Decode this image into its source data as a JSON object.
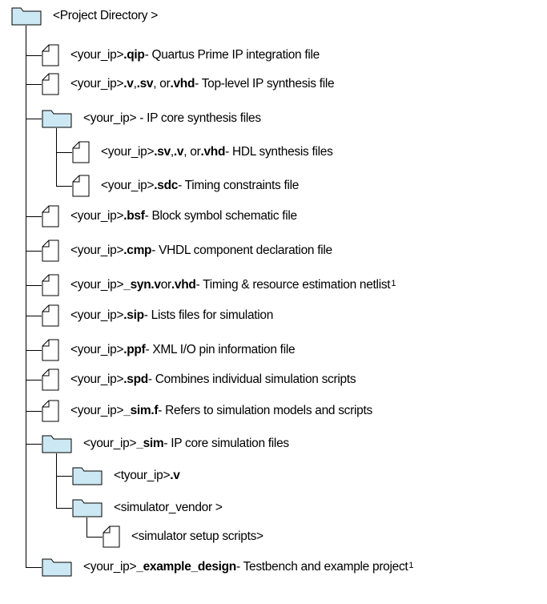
{
  "root": {
    "label": "<Project Directory >",
    "icon": "folder-icon"
  },
  "items": [
    {
      "icon": "file-icon",
      "segs": [
        [
          "<your_ip>",
          0
        ],
        [
          ".qip",
          1
        ],
        [
          " - Quartus Prime IP integration file",
          0
        ]
      ]
    },
    {
      "icon": "file-icon",
      "segs": [
        [
          "<your_ip>",
          0
        ],
        [
          ".v",
          1
        ],
        [
          ", ",
          0
        ],
        [
          ".sv",
          1
        ],
        [
          ", or ",
          0
        ],
        [
          ".vhd",
          1
        ],
        [
          " - Top-level IP synthesis file",
          0
        ]
      ]
    },
    {
      "icon": "folder-icon",
      "segs": [
        [
          "<your_ip> - IP core synthesis files",
          0
        ]
      ],
      "children": [
        {
          "icon": "file-icon",
          "segs": [
            [
              "<your_ip>",
              0
            ],
            [
              ".sv",
              1
            ],
            [
              ", ",
              0
            ],
            [
              ".v",
              1
            ],
            [
              ", or ",
              0
            ],
            [
              ".vhd",
              1
            ],
            [
              " - HDL synthesis files",
              0
            ]
          ]
        },
        {
          "icon": "file-icon",
          "segs": [
            [
              "<your_ip>",
              0
            ],
            [
              ".sdc",
              1
            ],
            [
              " - Timing constraints file",
              0
            ]
          ]
        }
      ]
    },
    {
      "icon": "file-icon",
      "segs": [
        [
          "<your_ip>",
          0
        ],
        [
          ".bsf",
          1
        ],
        [
          " - Block symbol schematic file",
          0
        ]
      ]
    },
    {
      "icon": "file-icon",
      "segs": [
        [
          "<your_ip>",
          0
        ],
        [
          ".cmp",
          1
        ],
        [
          " - VHDL component declaration file",
          0
        ]
      ]
    },
    {
      "icon": "file-icon",
      "segs": [
        [
          "<your_ip>",
          0
        ],
        [
          "_syn.v",
          1
        ],
        [
          " or ",
          0
        ],
        [
          ".vhd",
          1
        ],
        [
          " - Timing & resource estimation netlist",
          0
        ]
      ],
      "sup": "1"
    },
    {
      "icon": "file-icon",
      "segs": [
        [
          "<your_ip>",
          0
        ],
        [
          ".sip",
          1
        ],
        [
          " - Lists files for simulation",
          0
        ]
      ]
    },
    {
      "icon": "file-icon",
      "segs": [
        [
          "<your_ip>",
          0
        ],
        [
          ".ppf",
          1
        ],
        [
          " - XML I/O pin information file",
          0
        ]
      ]
    },
    {
      "icon": "file-icon",
      "segs": [
        [
          "<your_ip>",
          0
        ],
        [
          ".spd",
          1
        ],
        [
          " - Combines individual simulation scripts",
          0
        ]
      ]
    },
    {
      "icon": "file-icon",
      "segs": [
        [
          "<your_ip>",
          0
        ],
        [
          "_sim.f",
          1
        ],
        [
          " - Refers to simulation models and scripts",
          0
        ]
      ]
    },
    {
      "icon": "folder-icon",
      "segs": [
        [
          "<your_ip>",
          0
        ],
        [
          "_sim",
          1
        ],
        [
          " - IP core simulation files",
          0
        ]
      ],
      "children": [
        {
          "icon": "folder-icon",
          "segs": [
            [
              "<tyour_ip>",
              0
            ],
            [
              ".v",
              1
            ]
          ]
        },
        {
          "icon": "folder-icon",
          "segs": [
            [
              "<simulator_vendor >",
              0
            ]
          ],
          "children": [
            {
              "icon": "file-icon",
              "segs": [
                [
                  "<simulator setup scripts>",
                  0
                ]
              ]
            }
          ]
        }
      ]
    },
    {
      "icon": "folder-icon",
      "segs": [
        [
          "<your_ip>",
          0
        ],
        [
          "_example_design",
          1
        ],
        [
          " - Testbench and example project",
          0
        ]
      ],
      "sup": "1"
    }
  ],
  "colors": {
    "folder_fill": "#cce8f4",
    "line": "#000000"
  }
}
